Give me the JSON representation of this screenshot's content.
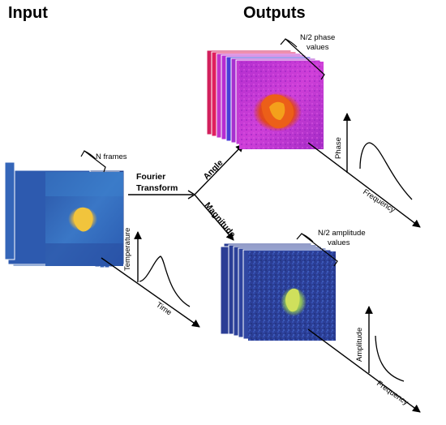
{
  "headings": {
    "input": "Input",
    "outputs": "Outputs"
  },
  "input_stack": {
    "count_label": "N frames",
    "y_axis": "Temperature",
    "x_axis": "Time",
    "colormap": "viridis-like (blue background, yellow hotspot)"
  },
  "transform": {
    "line1": "Fourier",
    "line2": "Transform"
  },
  "branches": {
    "angle": "Angle",
    "magnitude": "Magnitude"
  },
  "phase_stack": {
    "count_line1": "N/2 phase",
    "count_line2": "values",
    "y_axis": "Phase",
    "x_axis": "Frequency",
    "colormap": "magenta-red (phase map)"
  },
  "amplitude_stack": {
    "count_line1": "N/2 amplitude",
    "count_line2": "values",
    "y_axis": "Amplitude",
    "x_axis": "Frequency",
    "colormap": "blue noise with yellow-green hotspot"
  },
  "colors": {
    "input_background": "#2f63b8",
    "input_hotspot": "#f6c33b",
    "phase_background": "#c22bd0",
    "phase_hotspot": "#f0651b",
    "amplitude_background": "#2b3f96",
    "amplitude_hotspot": "#d9e25a"
  }
}
